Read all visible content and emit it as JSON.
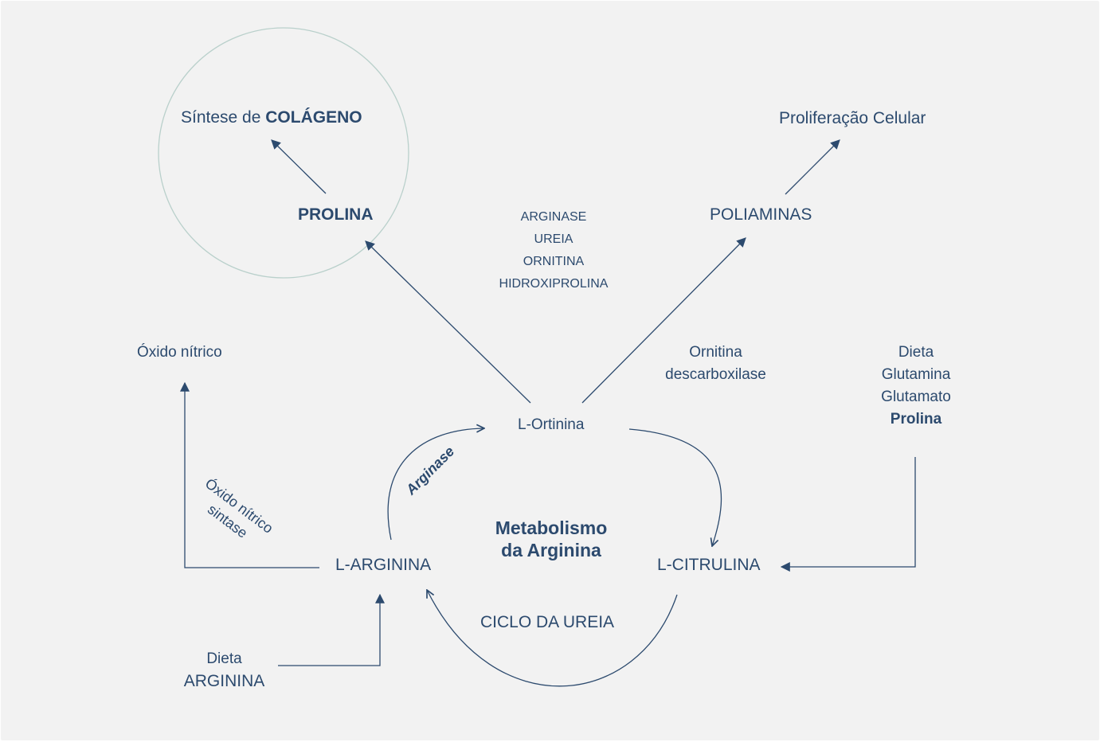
{
  "diagram": {
    "sintese_prefix": "Síntese de ",
    "sintese_bold": "COLÁGENO",
    "prolina": "PROLINA",
    "proliferacao": "Proliferação Celular",
    "poliaminas": "POLIAMINAS",
    "list": [
      "ARGINASE",
      "UREIA",
      "ORNITINA",
      "HIDROXIPROLINA"
    ],
    "oxido_nitrico": "Óxido nítrico",
    "ornitina_descarboxilase": [
      "Ornitina",
      "descarboxilase"
    ],
    "dieta_right": [
      "Dieta",
      "Glutamina",
      "Glutamato"
    ],
    "dieta_right_bold": "Prolina",
    "l_ortinina": "L-Ortinina",
    "arginase_curve": "Arginase",
    "oxido_sintase": [
      "Óxido nítrico",
      "sintase"
    ],
    "metabolismo": [
      "Metabolismo",
      "da Arginina"
    ],
    "l_arginina": "L-ARGININA",
    "l_citrulina": "L-CITRULINA",
    "ciclo_ureia": "CICLO DA UREIA",
    "dieta_left": "Dieta",
    "dieta_left_arginina": "ARGININA"
  },
  "colors": {
    "text": "#2c4a6e",
    "lines": "#2c4a6e",
    "circle": "#b9d0cb",
    "background": "#f2f2f2"
  }
}
